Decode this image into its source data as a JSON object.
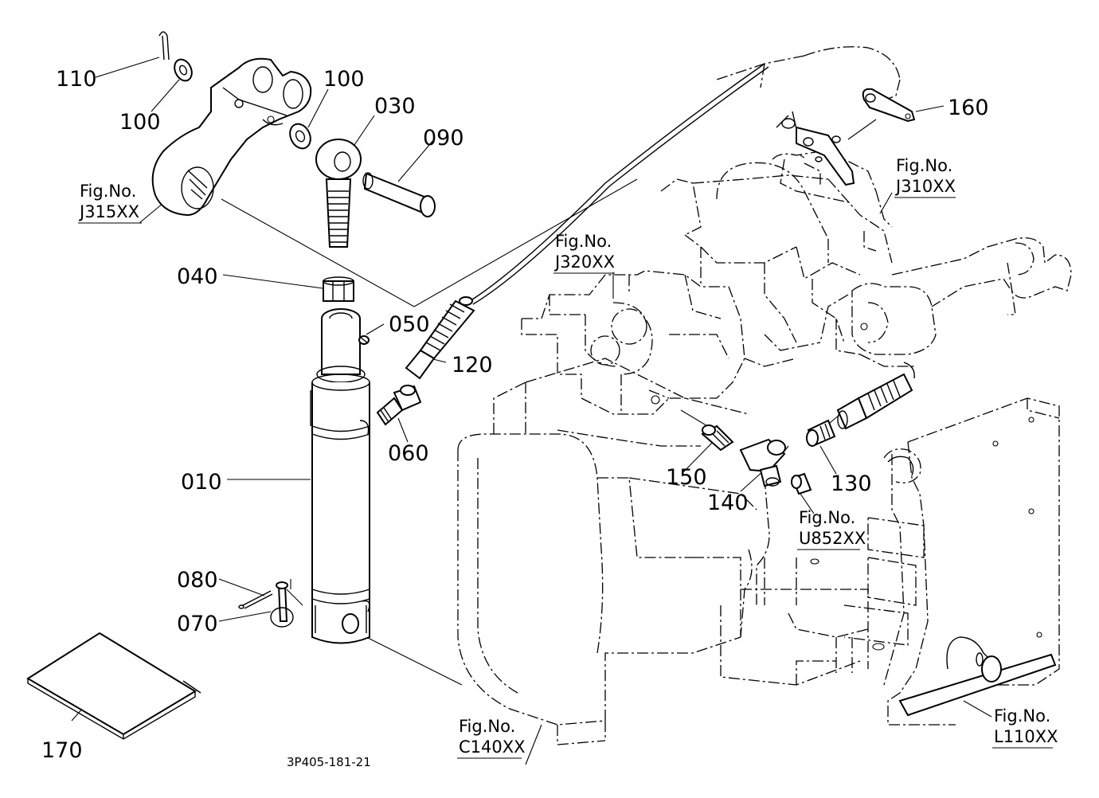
{
  "part_numbers": {
    "p010": "010",
    "p030": "030",
    "p040": "040",
    "p050": "050",
    "p060": "060",
    "p070": "070",
    "p080": "080",
    "p090": "090",
    "p100a": "100",
    "p100b": "100",
    "p110": "110",
    "p120": "120",
    "p130": "130",
    "p140": "140",
    "p150": "150",
    "p160": "160",
    "p170": "170"
  },
  "figure_refs": {
    "j315": {
      "label": "Fig.No.",
      "code": "J315XX"
    },
    "j310": {
      "label": "Fig.No.",
      "code": "J310XX"
    },
    "j320": {
      "label": "Fig.No.",
      "code": "J320XX"
    },
    "u852": {
      "label": "Fig.No.",
      "code": "U852XX"
    },
    "c140": {
      "label": "Fig.No.",
      "code": "C140XX"
    },
    "l110": {
      "label": "Fig.No.",
      "code": "L110XX"
    }
  },
  "drawing_code": "3P405-181-21"
}
